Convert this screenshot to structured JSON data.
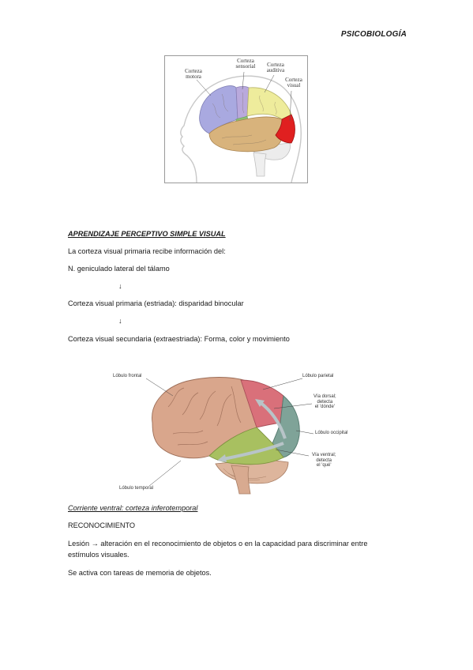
{
  "header": {
    "course": "PSICOBIOLOGÍA"
  },
  "figure1": {
    "labels": {
      "motora_1": "Corteza",
      "motora_2": "motora",
      "sensorial_1": "Corteza",
      "sensorial_2": "sensorial",
      "auditiva_1": "Corteza",
      "auditiva_2": "auditiva",
      "visual_1": "Corteza",
      "visual_2": "visual"
    },
    "colors": {
      "motora": "#a9a9e0",
      "sensorial": "#b9a9dc",
      "auditiva": "#eeec9c",
      "visual": "#e02020",
      "temporal": "#d8b37c",
      "cerebellum": "#ececec"
    }
  },
  "section1": {
    "title": "APRENDIZAJE PERCEPTIVO SIMPLE VISUAL",
    "intro": "La corteza visual primaria recibe información del:",
    "step1": "N. geniculado lateral del tálamo",
    "arrow": "↓",
    "step2": "Corteza visual primaria (estriada): disparidad binocular",
    "step3": "Corteza visual secundaria (extraestriada): Forma, color y movimiento"
  },
  "figure2": {
    "labels": {
      "frontal": "Lóbulo frontal",
      "parietal": "Lóbulo parietal",
      "dorsal_1": "Vía dorsal;",
      "dorsal_2": "detecta",
      "dorsal_3": "el 'dónde'",
      "occipital": "Lóbulo occipital",
      "ventral_1": "Vía ventral;",
      "ventral_2": "detecta",
      "ventral_3": "el 'qué'",
      "temporal": "Lóbulo temporal"
    },
    "colors": {
      "brain": "#d9a68c",
      "parietal": "#d9707a",
      "occipital": "#7fa398",
      "temporal": "#a8c060"
    }
  },
  "section2": {
    "title": "Corriente ventral: corteza inferotemporal",
    "heading": "RECONOCIMIENTO",
    "lesion_line1": "Lesión → alteración en el reconocimiento de objetos o en la capacidad para discriminar entre",
    "lesion_line2": "estímulos visuales.",
    "activation": "Se activa con tareas de memoria de objetos."
  }
}
